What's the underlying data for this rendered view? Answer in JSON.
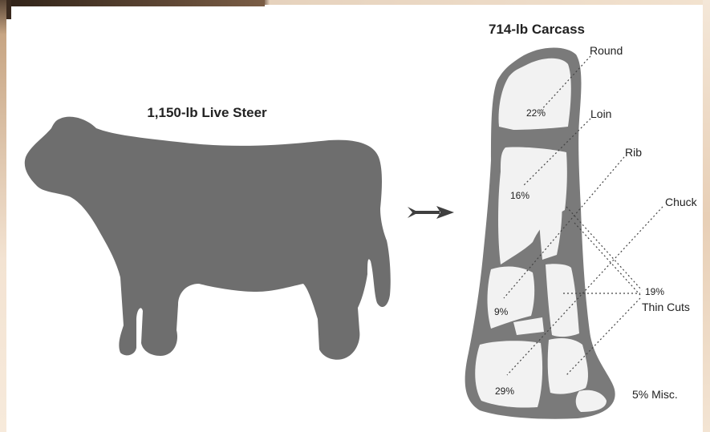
{
  "steer_title": "1,150-lb Live Steer",
  "carcass_title": "714-lb Carcass",
  "cuts": {
    "round": {
      "name": "Round",
      "pct": "22%"
    },
    "loin": {
      "name": "Loin",
      "pct": "16%"
    },
    "rib": {
      "name": "Rib",
      "pct": "9%"
    },
    "chuck": {
      "name": "Chuck",
      "pct": "29%"
    },
    "thin_cuts": {
      "name": "Thin Cuts",
      "pct": "19%"
    },
    "misc": {
      "label": "5% Misc."
    }
  },
  "colors": {
    "steer": "#6e6e6e",
    "carcass": "#7a7a7a",
    "text": "#222222",
    "frame": "#6b5240"
  },
  "icons": {
    "arrow": "arrow-right-icon"
  }
}
